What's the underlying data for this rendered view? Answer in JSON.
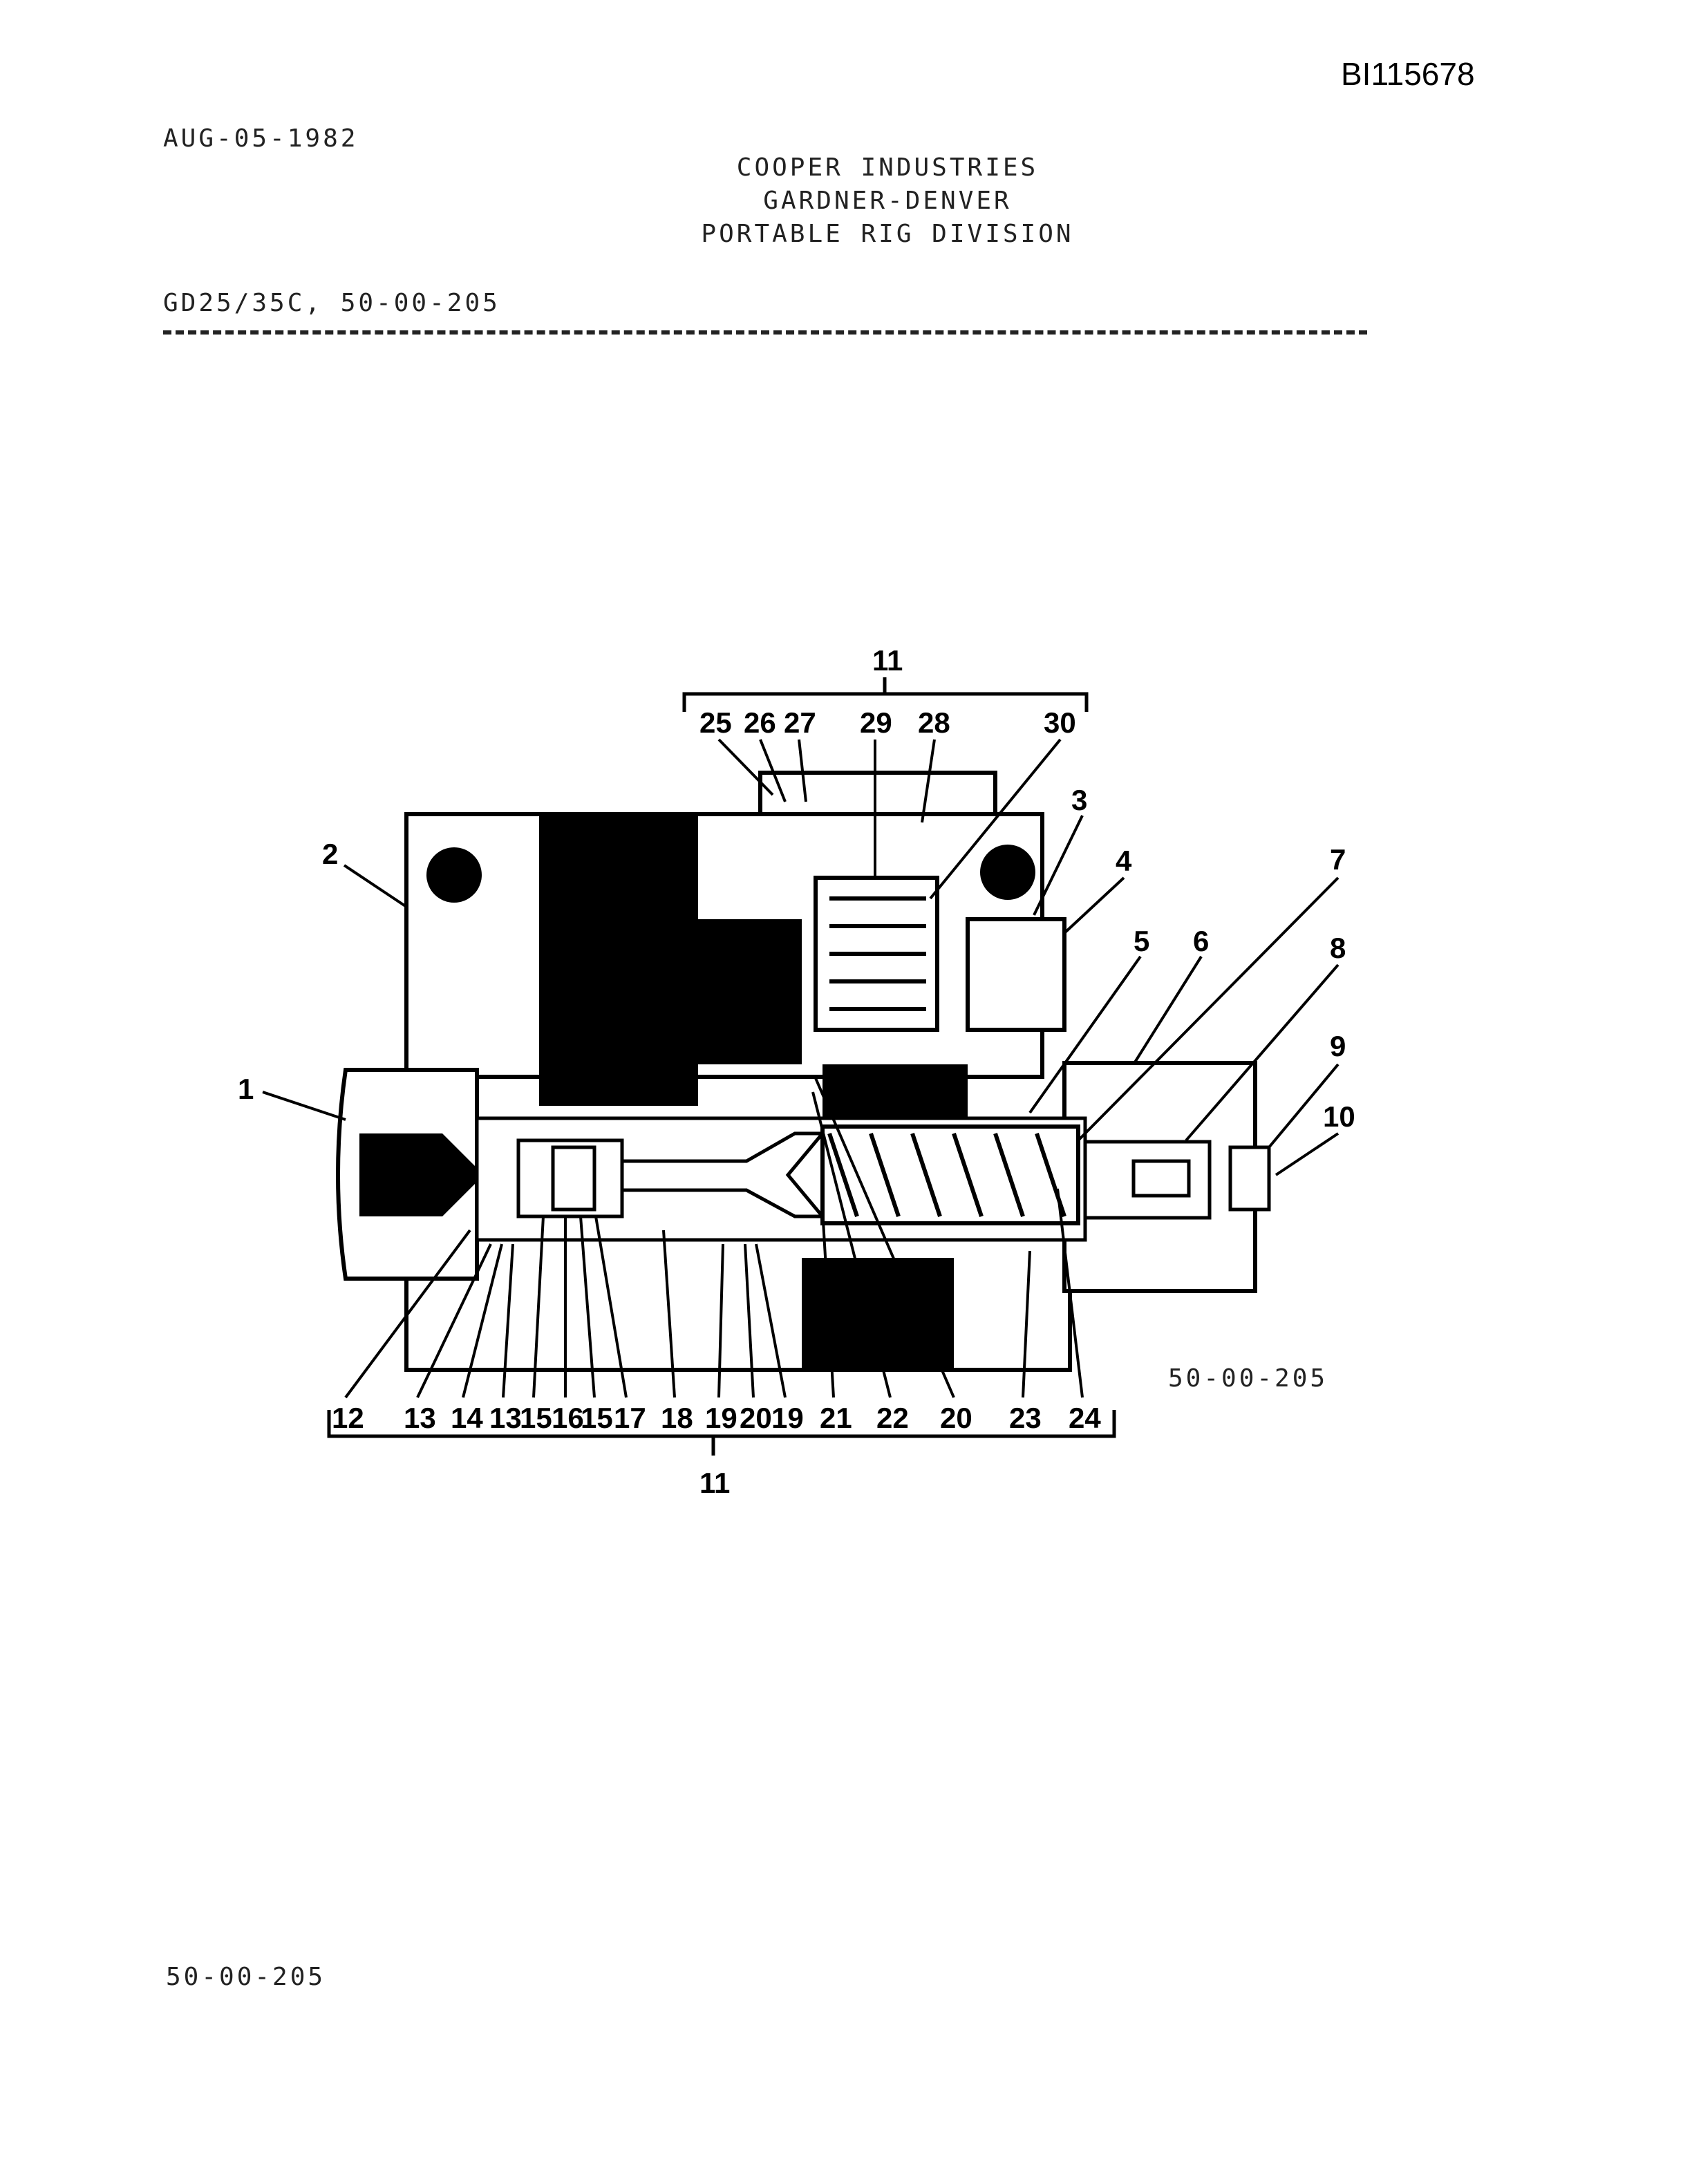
{
  "document": {
    "id": "BI115678",
    "date": "AUG-05-1982",
    "header": [
      "COOPER INDUSTRIES",
      "GARDNER-DENVER",
      "PORTABLE RIG DIVISION"
    ],
    "model_line": "GD25/35C, 50-00-205",
    "figure_code": "50-00-205",
    "footer": "50-00-205"
  },
  "figure": {
    "top_callouts": [
      "25",
      "26",
      "27",
      "29",
      "28",
      "30"
    ],
    "top_group": "11",
    "side_callouts": [
      "1",
      "2",
      "3",
      "4",
      "5",
      "6",
      "7",
      "8",
      "9",
      "10"
    ],
    "bottom_callouts": [
      "12",
      "13",
      "14",
      "13",
      "15",
      "16",
      "15",
      "17",
      "18",
      "19",
      "20",
      "19",
      "21",
      "22",
      "20",
      "23",
      "24"
    ],
    "bottom_group": "11"
  }
}
